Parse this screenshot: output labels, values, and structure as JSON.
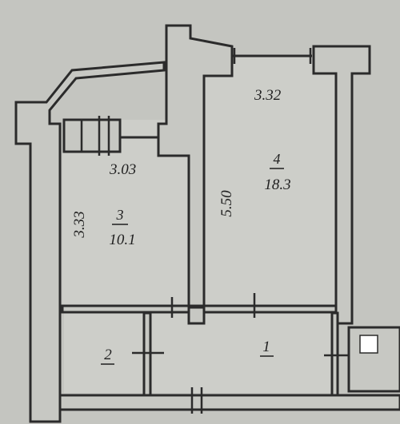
{
  "rooms": [
    {
      "number": "1",
      "area": ""
    },
    {
      "number": "2",
      "area": ""
    },
    {
      "number": "3",
      "area": "10.1"
    },
    {
      "number": "4",
      "area": "18.3"
    }
  ],
  "dimensions": {
    "room3_width": "3.03",
    "room3_length": "3.33",
    "room4_width": "3.32",
    "room4_length": "5.50"
  },
  "colors": {
    "paper": "#c7c8c3",
    "ink": "#2b2b2b"
  }
}
